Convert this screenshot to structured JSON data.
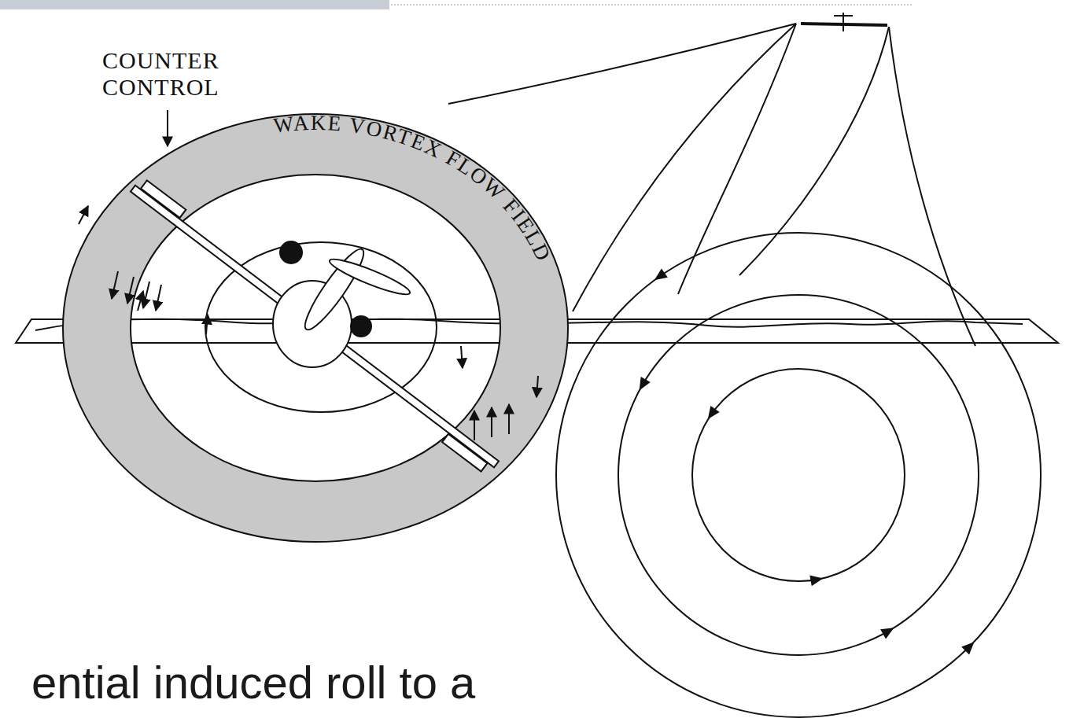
{
  "diagram": {
    "labels": [
      "COUNTER CONTROL",
      "WAKE VORTEX FLOW FIELD",
      "ential induced roll to a"
    ]
  }
}
